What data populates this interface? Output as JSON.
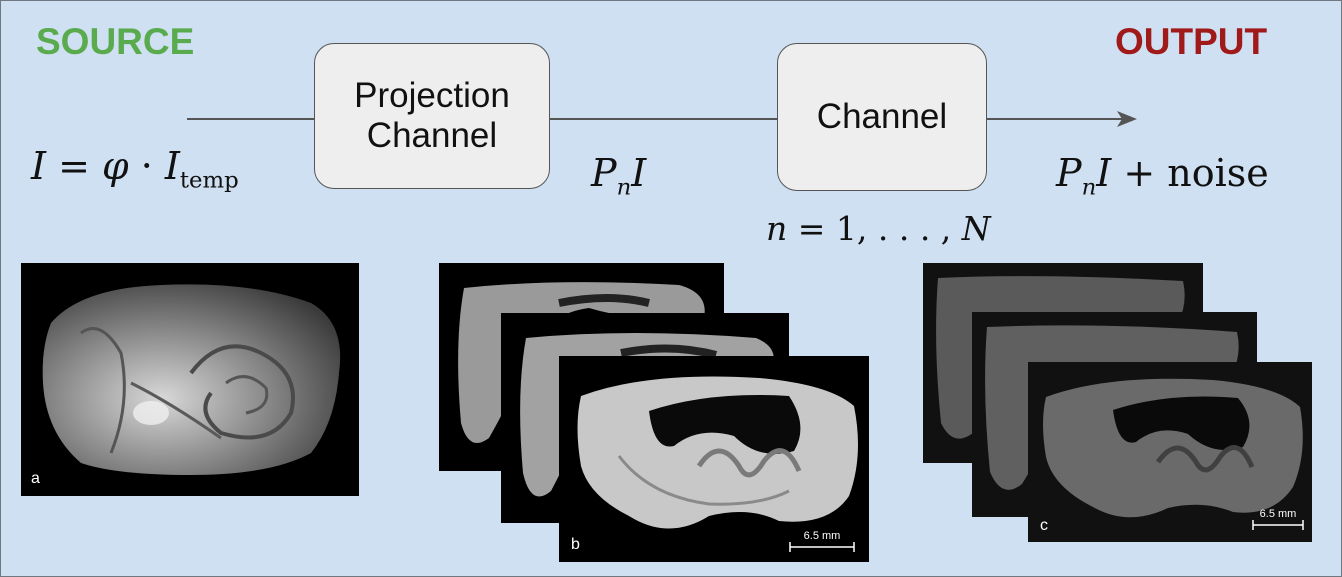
{
  "labels": {
    "source": "SOURCE",
    "output": "OUTPUT"
  },
  "boxes": {
    "projection": [
      "Projection",
      "Channel"
    ],
    "channel": "Channel"
  },
  "equations": {
    "source": {
      "lhs": "I",
      "eq": " = ",
      "phi": "φ",
      "dot": " · ",
      "I": "I",
      "sub": "temp"
    },
    "projected": {
      "P": "P",
      "sub": "n",
      "I": "I"
    },
    "output": {
      "P": "P",
      "sub": "n",
      "I": "I",
      "rest": " + noise"
    },
    "index": {
      "n": "n",
      "rest": " = 1, . . . , ",
      "N": "N"
    }
  },
  "panels": {
    "a": "a",
    "b": "b",
    "c": "c",
    "scale_bar": "6.5 mm"
  },
  "colors": {
    "background": "#cfe0f2",
    "source": "#5aaa4e",
    "output": "#a01a1a"
  }
}
